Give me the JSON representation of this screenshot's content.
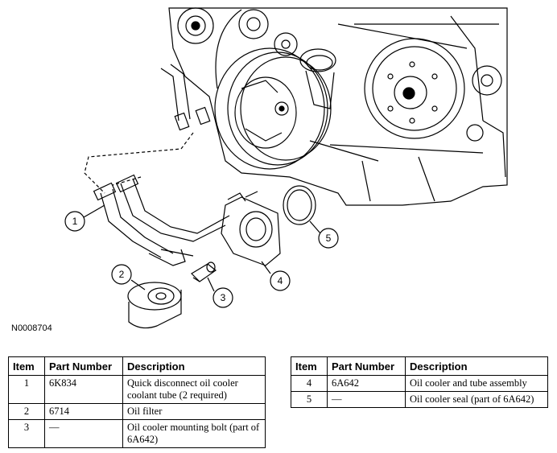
{
  "figure": {
    "id_label": "N0008704",
    "callouts": [
      "1",
      "2",
      "3",
      "4",
      "5"
    ]
  },
  "table_left": {
    "headers": [
      "Item",
      "Part Number",
      "Description"
    ],
    "rows": [
      {
        "item": "1",
        "part": "6K834",
        "desc": "Quick disconnect oil cooler coolant tube (2 required)"
      },
      {
        "item": "2",
        "part": "6714",
        "desc": "Oil filter"
      },
      {
        "item": "3",
        "part": "—",
        "desc": "Oil cooler mounting bolt (part of 6A642)"
      }
    ]
  },
  "table_right": {
    "headers": [
      "Item",
      "Part Number",
      "Description"
    ],
    "rows": [
      {
        "item": "4",
        "part": "6A642",
        "desc": "Oil cooler and tube assembly"
      },
      {
        "item": "5",
        "part": "—",
        "desc": "Oil cooler seal (part of 6A642)"
      }
    ]
  }
}
